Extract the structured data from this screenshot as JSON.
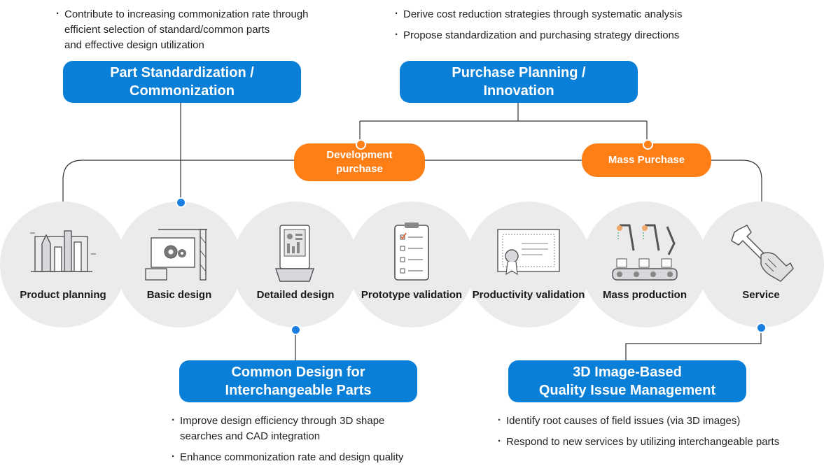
{
  "top_left": {
    "bullets": [
      [
        "Contribute to increasing commonization rate through",
        "efficient selection of standard/common parts",
        "and effective design utilization"
      ]
    ],
    "title": [
      "Part Standardization /",
      "Commonization"
    ]
  },
  "top_right": {
    "bullets": [
      [
        "Derive cost reduction strategies through systematic analysis"
      ],
      [
        "Propose standardization and purchasing strategy directions"
      ]
    ],
    "title": [
      "Purchase Planning /",
      "Innovation"
    ]
  },
  "orange": {
    "development": [
      "Development",
      "purchase"
    ],
    "mass": "Mass Purchase"
  },
  "steps": [
    {
      "label": "Product planning",
      "icon": "tools-icon"
    },
    {
      "label": "Basic design",
      "icon": "construction-gear-icon"
    },
    {
      "label": "Detailed design",
      "icon": "kiosk-design-icon"
    },
    {
      "label": "Prototype validation",
      "icon": "checklist-icon"
    },
    {
      "label": "Productivity validation",
      "icon": "certificate-icon"
    },
    {
      "label": "Mass production",
      "icon": "robot-arms-icon"
    },
    {
      "label": "Service",
      "icon": "wrench-hand-icon"
    }
  ],
  "bottom_left": {
    "title": [
      "Common Design for",
      "Interchangeable Parts"
    ],
    "bullets": [
      [
        "Improve design efficiency through 3D shape",
        "searches and CAD integration"
      ],
      [
        "Enhance commonization rate and design quality"
      ]
    ]
  },
  "bottom_right": {
    "title": [
      "3D Image-Based",
      "Quality Issue Management"
    ],
    "bullets": [
      [
        "Identify root causes of field issues (via 3D images)"
      ],
      [
        "Respond to new services by utilizing interchangeable parts"
      ]
    ]
  },
  "colors": {
    "blue": "#0a7fd8",
    "orange": "#ff7f17",
    "circle": "#ebebed",
    "dot": "#1a7fe0"
  }
}
